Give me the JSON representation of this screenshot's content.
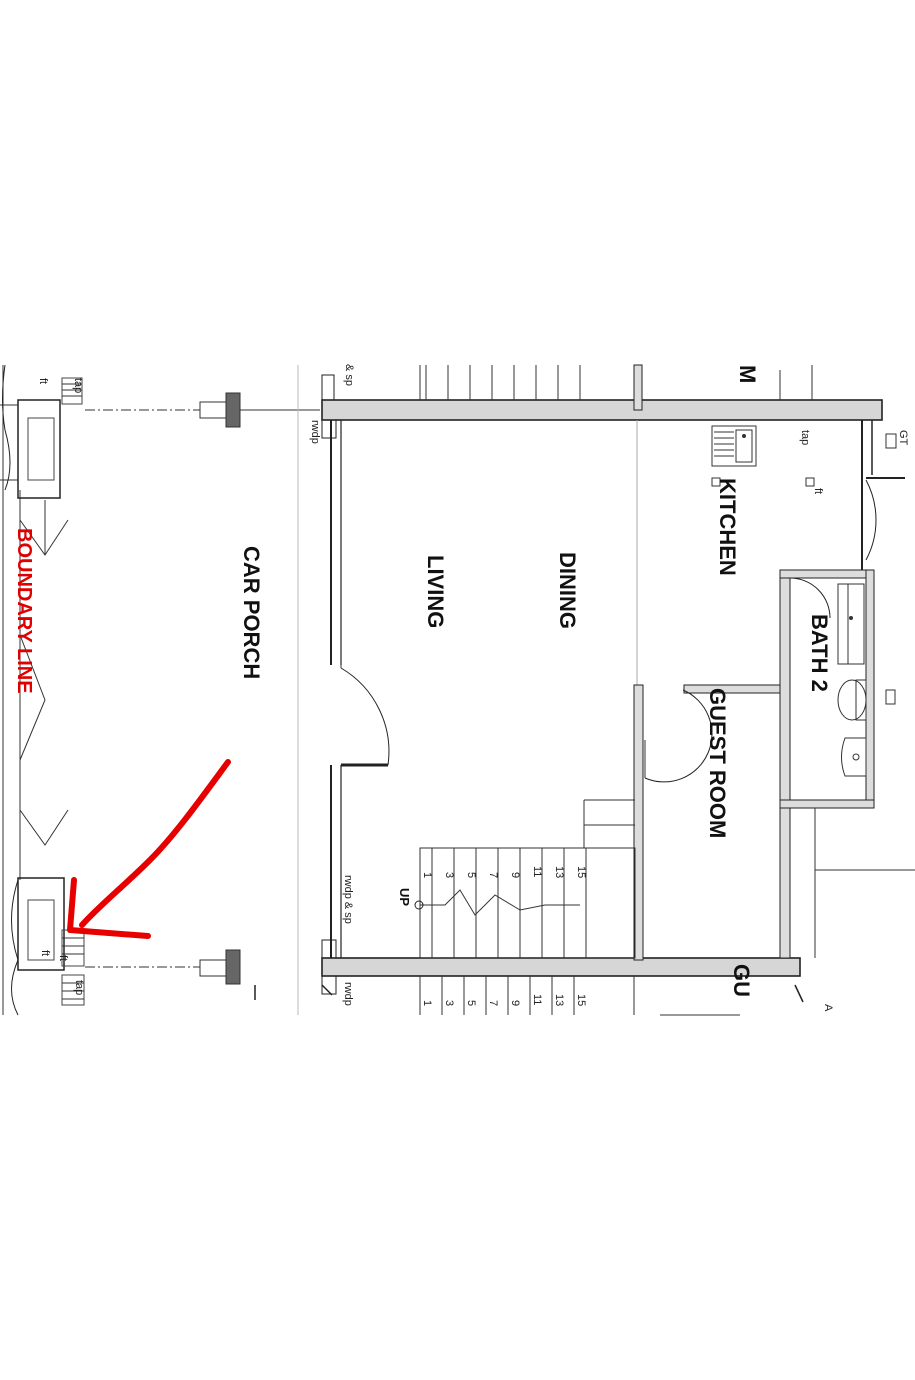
{
  "rooms": {
    "car_porch": "CAR PORCH",
    "living": "LIVING",
    "dining": "DINING",
    "kitchen": "KITCHEN",
    "guest_room": "GUEST ROOM",
    "bath_2": "BATH 2",
    "partial_top": "M",
    "partial_bottom": "GU"
  },
  "boundary_label": "BOUNDARY LINE",
  "annotations": {
    "tap": "tap",
    "ft": "ft",
    "rwdp": "rwdp",
    "rwdp_sp": "rwdp & sp",
    "sp_partial": "& sp",
    "gt": "GT",
    "up": "UP",
    "edge_a": "A"
  },
  "stair_numbers": [
    "1",
    "3",
    "5",
    "7",
    "9",
    "11",
    "13",
    "15"
  ],
  "colors": {
    "arrow": "#e60000",
    "boundary": "#e00000",
    "ink": "#111111"
  }
}
